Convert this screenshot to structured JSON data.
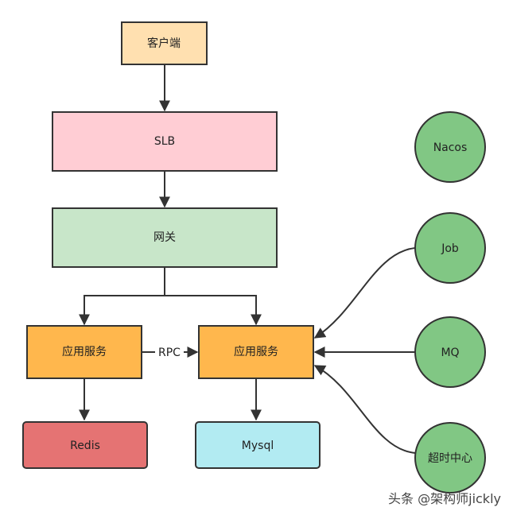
{
  "nodes": {
    "client": "客户端",
    "slb": "SLB",
    "gateway": "网关",
    "service_left": "应用服务",
    "service_right": "应用服务",
    "redis": "Redis",
    "mysql": "Mysql",
    "nacos": "Nacos",
    "job": "Job",
    "mq": "MQ",
    "timeout_center": "超时中心"
  },
  "edges": {
    "rpc": "RPC"
  },
  "colors": {
    "client": "#ffe0b0",
    "slb": "#ffcdd4",
    "gateway": "#c8e6c9",
    "service": "#ffb74d",
    "redis": "#e57373",
    "mysql": "#b2ebf2",
    "circle": "#81c784",
    "stroke": "#333333"
  },
  "watermark": "头条 @架构师jickly"
}
